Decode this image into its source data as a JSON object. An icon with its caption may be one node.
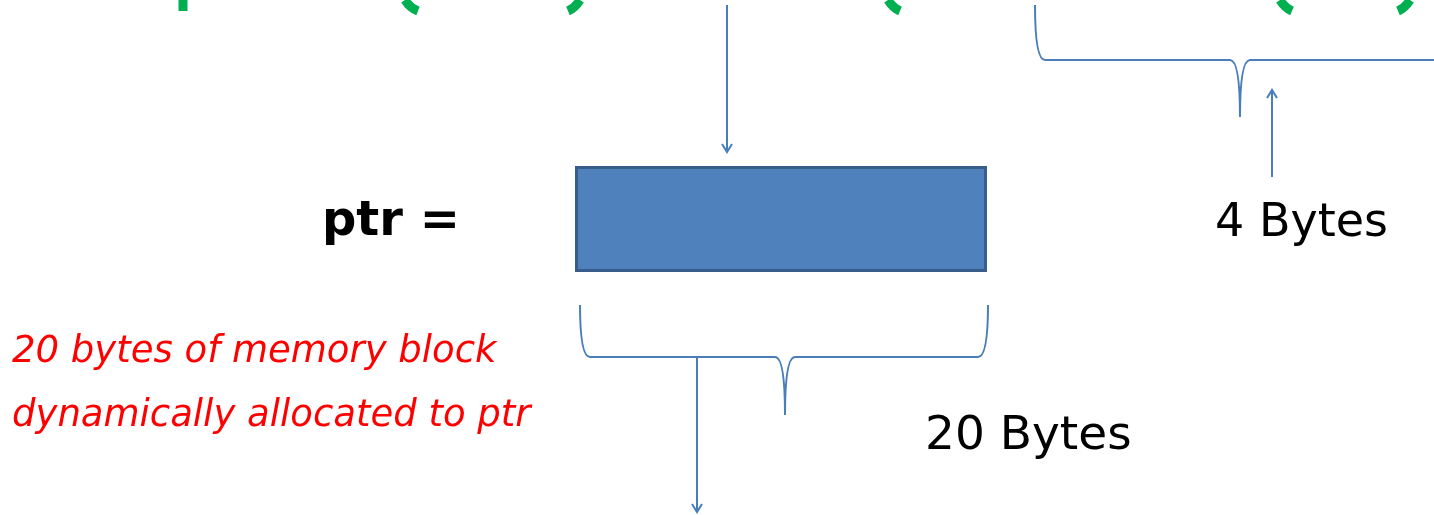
{
  "diagram": {
    "nodes": [
      {
        "text": [],
        "shape": "box"
      },
      {
        "text": [
          "4 Bytes"
        ]
      }
    ],
    "edges": [
      {
        "from": null,
        "to": 0,
        "arrow": "to"
      },
      {
        "from": 1,
        "to": null,
        "arrow": "to"
      }
    ],
    "labels": [
      "ptr =",
      "20 bytes of memory block dynamically allocated to ptr",
      "20 Bytes"
    ]
  }
}
